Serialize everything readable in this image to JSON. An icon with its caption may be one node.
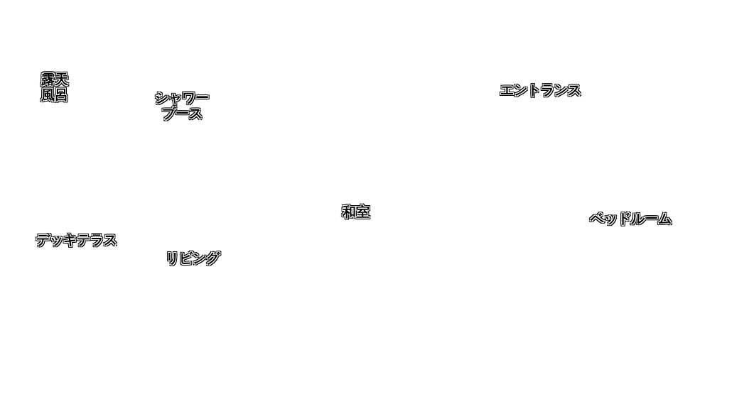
{
  "diagram": {
    "labels": [
      "露天風呂",
      "シャワーブース",
      "エントランス",
      "和室",
      "ベッドルーム",
      "デッキテラス",
      "リビング"
    ]
  }
}
